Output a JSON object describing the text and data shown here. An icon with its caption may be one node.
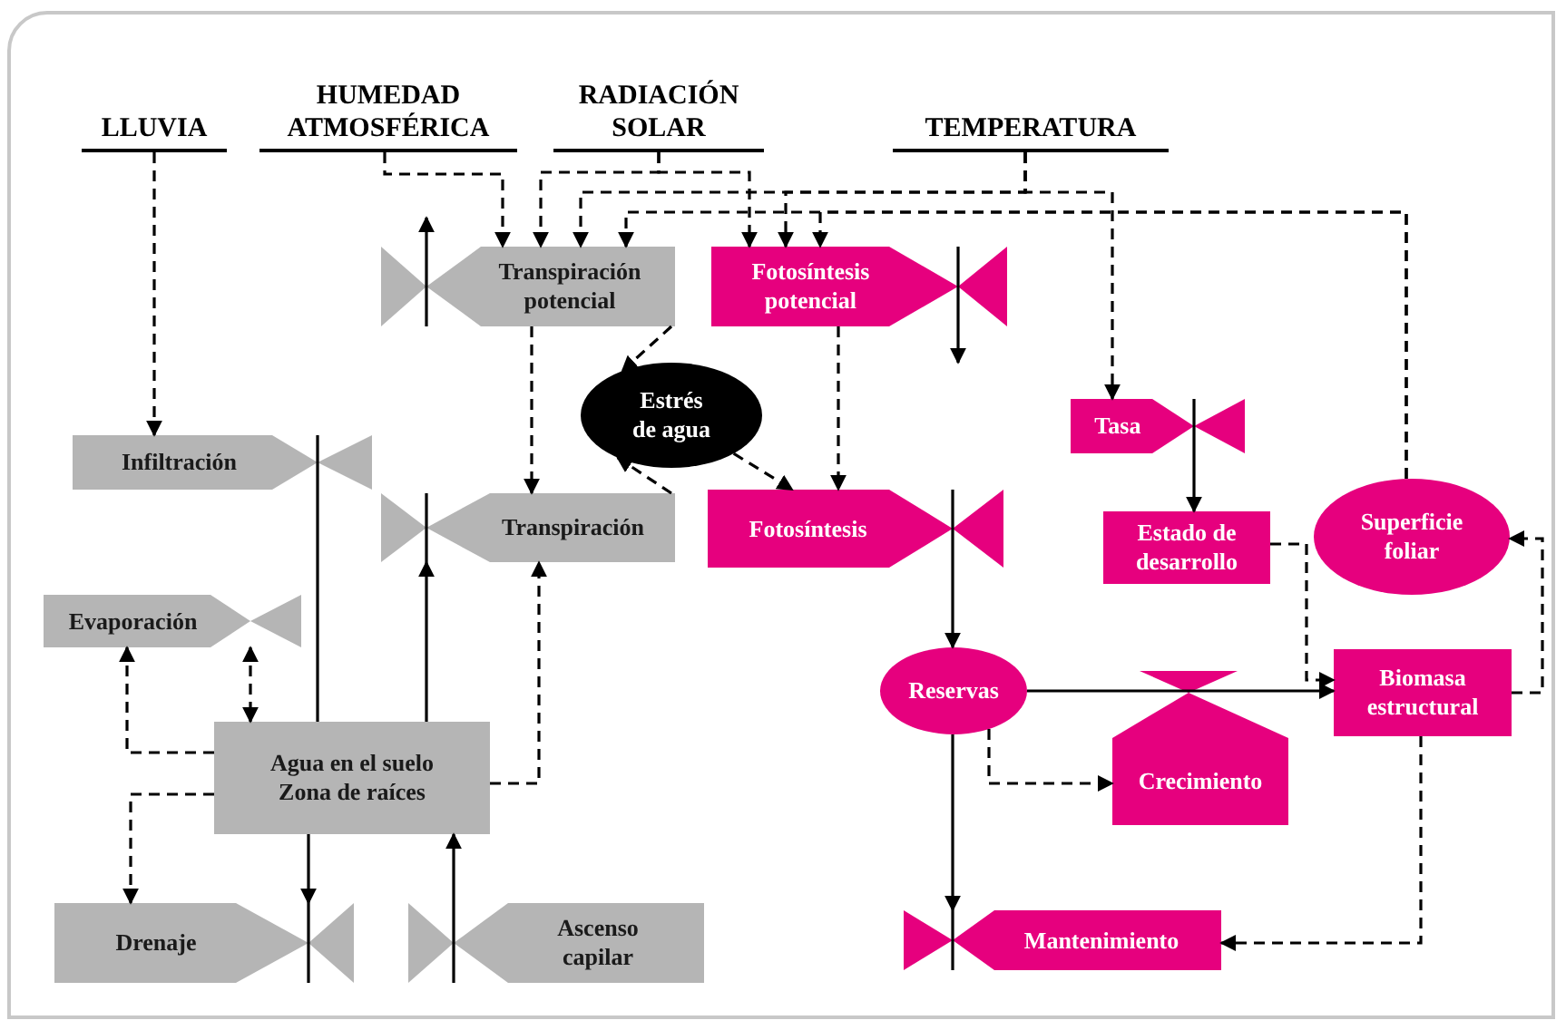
{
  "diagram": {
    "nodes": [
      {
        "text": [
          "LLUVIA"
        ]
      },
      {
        "text": [
          "HUMEDAD ATMOSFÉRICA"
        ]
      },
      {
        "text": [
          "RADIACIÓN SOLAR"
        ]
      },
      {
        "text": [
          "TEMPERATURA"
        ]
      },
      {
        "text": [
          "Transpiración potencial"
        ]
      },
      {
        "text": [
          "Fotosíntesis potencial"
        ]
      },
      {
        "text": [
          "Estrés de agua"
        ]
      },
      {
        "text": [
          "Infiltración"
        ]
      },
      {
        "text": [
          "Transpiración"
        ]
      },
      {
        "text": [
          "Fotosíntesis"
        ]
      },
      {
        "text": [
          "Tasa"
        ]
      },
      {
        "text": [
          "Estado de desarrollo"
        ]
      },
      {
        "text": [
          "Superficie foliar"
        ]
      },
      {
        "text": [
          "Evaporación"
        ]
      },
      {
        "text": [
          "Reservas"
        ]
      },
      {
        "text": [
          "Biomasa estructural"
        ]
      },
      {
        "text": [
          "Agua en el suelo Zona de raíces"
        ]
      },
      {
        "text": [
          "Crecimiento"
        ]
      },
      {
        "text": [
          "Drenaje"
        ]
      },
      {
        "text": [
          "Ascenso capilar"
        ]
      },
      {
        "text": [
          "Mantenimiento"
        ]
      }
    ],
    "edges": [
      {
        "from": 0,
        "to": 7,
        "arrow": "to",
        "style": "dashed"
      },
      {
        "from": 1,
        "to": 4,
        "arrow": "to",
        "style": "dashed"
      },
      {
        "from": 2,
        "to": 4,
        "arrow": "to",
        "style": "dashed"
      },
      {
        "from": 2,
        "to": 5,
        "arrow": "to",
        "style": "dashed"
      },
      {
        "from": 3,
        "to": 4,
        "arrow": "to",
        "style": "dashed"
      },
      {
        "from": 3,
        "to": 5,
        "arrow": "to",
        "style": "dashed"
      },
      {
        "from": 3,
        "to": 10,
        "arrow": "to",
        "style": "dashed"
      },
      {
        "from": 12,
        "to": 4,
        "arrow": "to",
        "style": "dashed"
      },
      {
        "from": 12,
        "to": 5,
        "arrow": "to",
        "style": "dashed"
      },
      {
        "from": 4,
        "to": 6,
        "arrow": "to",
        "style": "dashed"
      },
      {
        "from": 4,
        "to": 8,
        "arrow": "to",
        "style": "dashed"
      },
      {
        "from": 8,
        "to": 6,
        "arrow": "to",
        "style": "dashed"
      },
      {
        "from": 6,
        "to": 9,
        "arrow": "to",
        "style": "dashed"
      },
      {
        "from": 5,
        "to": 9,
        "arrow": "to",
        "style": "dashed"
      },
      {
        "from": 16,
        "to": 8,
        "arrow": "to",
        "style": "dashed"
      },
      {
        "from": 16,
        "to": 13,
        "arrow": "to",
        "style": "dashed"
      },
      {
        "from": 16,
        "to": 18,
        "arrow": "to",
        "style": "dashed"
      },
      {
        "from": 13,
        "to": 16,
        "arrow": "both",
        "style": "dashed"
      },
      {
        "from": 14,
        "to": 17,
        "arrow": "to",
        "style": "dashed"
      },
      {
        "from": 11,
        "to": 15,
        "arrow": "to",
        "style": "dashed"
      },
      {
        "from": 15,
        "to": 12,
        "arrow": "to",
        "style": "dashed"
      },
      {
        "from": 15,
        "to": 20,
        "arrow": "to",
        "style": "dashed"
      },
      {
        "from": 7,
        "to": 16,
        "arrow": "none"
      },
      {
        "from": 4,
        "to": null,
        "arrow": "to"
      },
      {
        "from": 16,
        "to": 8,
        "arrow": "to"
      },
      {
        "from": 5,
        "to": null,
        "arrow": "to"
      },
      {
        "from": 9,
        "to": 14,
        "arrow": "to"
      },
      {
        "from": 10,
        "to": 11,
        "arrow": "to"
      },
      {
        "from": 14,
        "to": 15,
        "arrow": "to"
      },
      {
        "from": 14,
        "to": 20,
        "arrow": "to"
      },
      {
        "from": 16,
        "to": 18,
        "arrow": "to"
      },
      {
        "from": 19,
        "to": 16,
        "arrow": "to"
      }
    ]
  }
}
